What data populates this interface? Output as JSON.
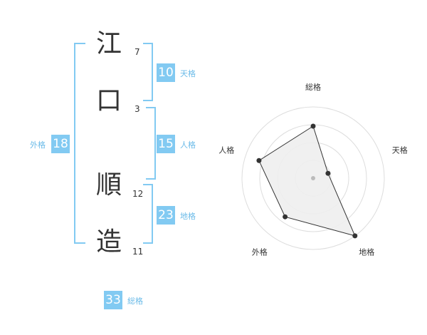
{
  "name": {
    "chars": [
      {
        "kanji": "江",
        "strokes": "7"
      },
      {
        "kanji": "口",
        "strokes": "3"
      },
      {
        "kanji": "順",
        "strokes": "12"
      },
      {
        "kanji": "造",
        "strokes": "11"
      }
    ]
  },
  "scores": {
    "tenkaku": {
      "value": "10",
      "label": "天格"
    },
    "jinkaku": {
      "value": "15",
      "label": "人格"
    },
    "chikaku": {
      "value": "23",
      "label": "地格"
    },
    "gaikaku": {
      "value": "18",
      "label": "外格"
    },
    "soukaku": {
      "value": "33",
      "label": "総格"
    }
  },
  "chart_data": {
    "type": "radar",
    "axes": [
      "総格",
      "天格",
      "地格",
      "外格",
      "人格"
    ],
    "values": [
      0.73,
      0.22,
      1.0,
      0.67,
      0.8
    ],
    "range": [
      0,
      1
    ],
    "rings": 4,
    "colors": {
      "fill": "#eeeeee",
      "stroke": "#333333",
      "grid": "#dddddd",
      "center": "#bbbbbb"
    }
  }
}
